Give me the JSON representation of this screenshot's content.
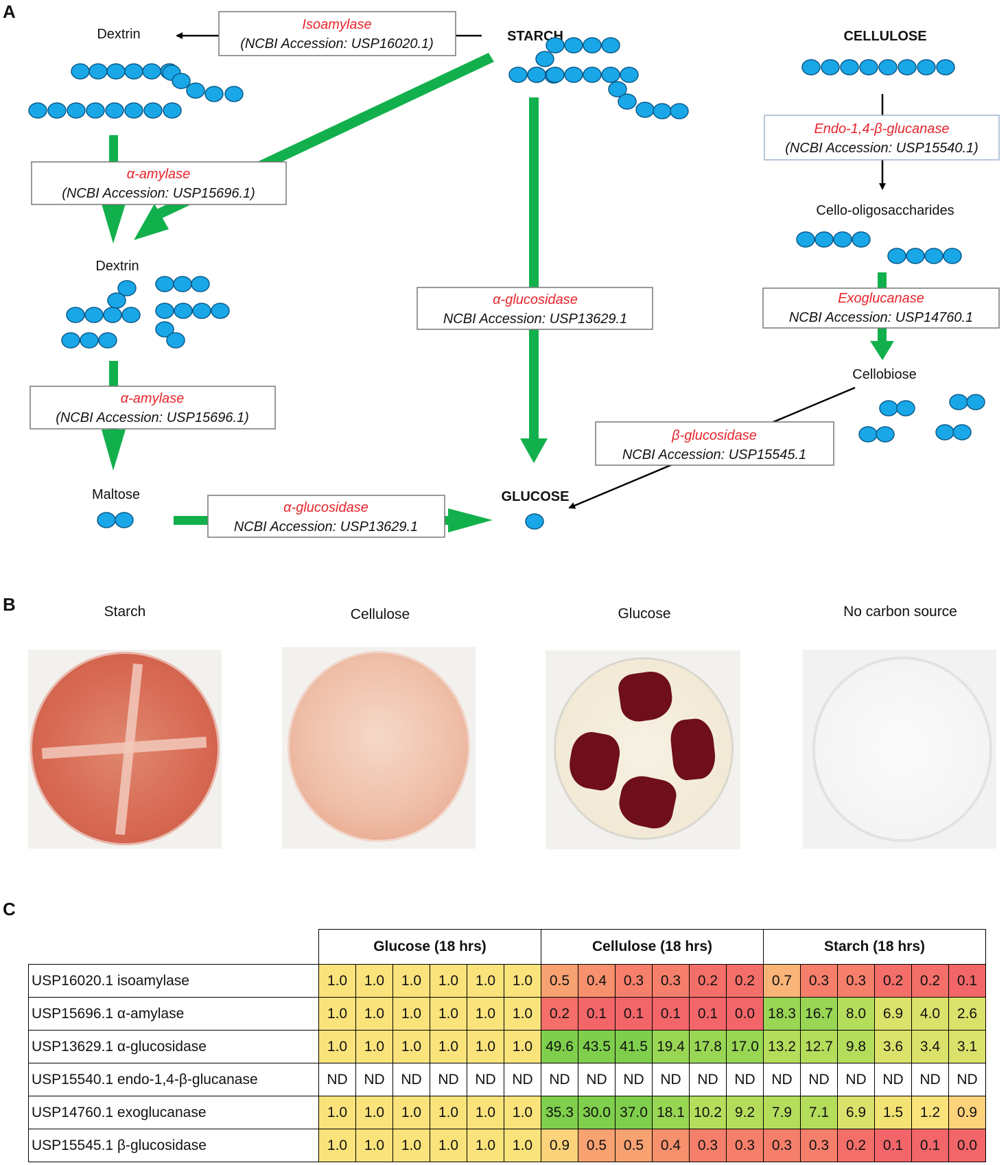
{
  "panels": {
    "a": "A",
    "b": "B",
    "c": "C"
  },
  "colors": {
    "bead": "#1aa7e8",
    "bead_stroke": "#0a5a8a",
    "green_arrow": "#12b04c",
    "enzyme_red": "#e8242b"
  },
  "diagram": {
    "starch": "STARCH",
    "cellulose": "CELLULOSE",
    "glucose": "GLUCOSE",
    "dextrin_top": "Dextrin",
    "dextrin_mid": "Dextrin",
    "maltose": "Maltose",
    "cello_oligo": "Cello-oligosaccharides",
    "cellobiose": "Cellobiose",
    "isoamylase": {
      "name": "Isoamylase",
      "acc": "(NCBI Accession: USP16020.1)"
    },
    "amylase1": {
      "name": "α-amylase",
      "acc": "(NCBI Accession: USP15696.1)"
    },
    "amylase2": {
      "name": "α-amylase",
      "acc": "(NCBI Accession: USP15696.1)"
    },
    "glucosidase_mid": {
      "name": "α-glucosidase",
      "acc": "NCBI Accession: USP13629.1"
    },
    "glucosidase_bot": {
      "name": "α-glucosidase",
      "acc": "NCBI Accession: USP13629.1"
    },
    "endoglucanase": {
      "name": "Endo-1,4-β-glucanase",
      "acc": "(NCBI Accession: USP15540.1)"
    },
    "exoglucanase": {
      "name": "Exoglucanase",
      "acc": "NCBI Accession: USP14760.1"
    },
    "bglucosidase": {
      "name": "β-glucosidase",
      "acc": "NCBI Accession: USP15545.1"
    }
  },
  "plates": [
    {
      "label": "Starch"
    },
    {
      "label": "Cellulose"
    },
    {
      "label": "Glucose"
    },
    {
      "label": "No carbon source"
    }
  ],
  "table": {
    "groups": [
      "Glucose (18 hrs)",
      "Cellulose (18 hrs)",
      "Starch (18 hrs)"
    ],
    "rows": [
      {
        "label": "USP16020.1 isoamylase",
        "values": [
          "1.0",
          "1.0",
          "1.0",
          "1.0",
          "1.0",
          "1.0",
          "0.5",
          "0.4",
          "0.3",
          "0.3",
          "0.2",
          "0.2",
          "0.7",
          "0.3",
          "0.3",
          "0.2",
          "0.2",
          "0.1"
        ]
      },
      {
        "label": "USP15696.1 α-amylase",
        "values": [
          "1.0",
          "1.0",
          "1.0",
          "1.0",
          "1.0",
          "1.0",
          "0.2",
          "0.1",
          "0.1",
          "0.1",
          "0.1",
          "0.0",
          "18.3",
          "16.7",
          "8.0",
          "6.9",
          "4.0",
          "2.6"
        ]
      },
      {
        "label": "USP13629.1 α-glucosidase",
        "values": [
          "1.0",
          "1.0",
          "1.0",
          "1.0",
          "1.0",
          "1.0",
          "49.6",
          "43.5",
          "41.5",
          "19.4",
          "17.8",
          "17.0",
          "13.2",
          "12.7",
          "9.8",
          "3.6",
          "3.4",
          "3.1"
        ]
      },
      {
        "label": "USP15540.1 endo-1,4-β-glucanase",
        "values": [
          "ND",
          "ND",
          "ND",
          "ND",
          "ND",
          "ND",
          "ND",
          "ND",
          "ND",
          "ND",
          "ND",
          "ND",
          "ND",
          "ND",
          "ND",
          "ND",
          "ND",
          "ND"
        ]
      },
      {
        "label": "USP14760.1 exoglucanase",
        "values": [
          "1.0",
          "1.0",
          "1.0",
          "1.0",
          "1.0",
          "1.0",
          "35.3",
          "30.0",
          "37.0",
          "18.1",
          "10.2",
          "9.2",
          "7.9",
          "7.1",
          "6.9",
          "1.5",
          "1.2",
          "0.9"
        ]
      },
      {
        "label": "USP15545.1 β-glucosidase",
        "values": [
          "1.0",
          "1.0",
          "1.0",
          "1.0",
          "1.0",
          "1.0",
          "0.9",
          "0.5",
          "0.5",
          "0.4",
          "0.3",
          "0.3",
          "0.3",
          "0.3",
          "0.2",
          "0.1",
          "0.1",
          "0.0"
        ]
      }
    ]
  }
}
